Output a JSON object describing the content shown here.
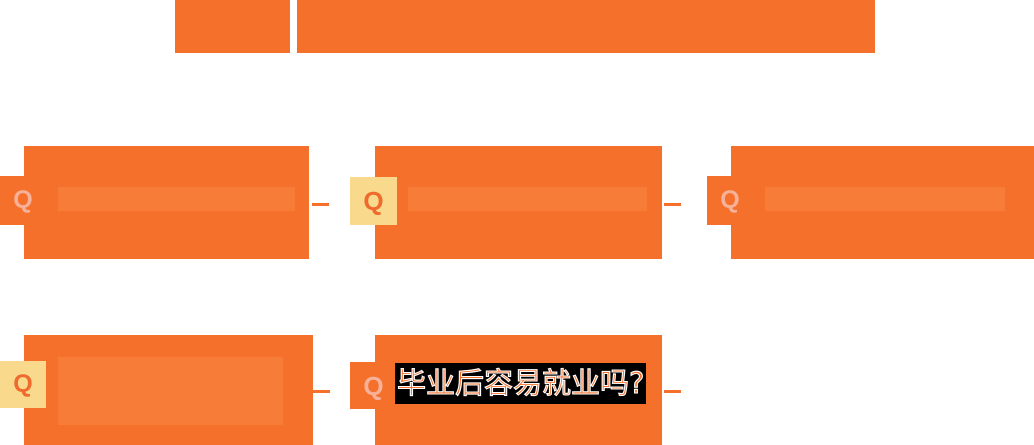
{
  "page": {
    "background_color": "#ffffff",
    "accent_color": "#f4702b",
    "accent_light_color": "#f67c37",
    "badge_yellow_color": "#f9d98c",
    "badge_q_light_color": "#f7b199",
    "selection_background_color": "#000000"
  },
  "header": {
    "tab_label": "",
    "bar_label": ""
  },
  "faq": {
    "badge_letter": "Q",
    "items": [
      {
        "badge": "Q",
        "badge_style": "orange",
        "question": ""
      },
      {
        "badge": "Q",
        "badge_style": "yellow",
        "question": ""
      },
      {
        "badge": "Q",
        "badge_style": "orange",
        "question": ""
      },
      {
        "badge": "Q",
        "badge_style": "yellow",
        "question": ""
      },
      {
        "badge": "Q",
        "badge_style": "orange",
        "question": "毕业后容易就业吗?"
      }
    ]
  }
}
